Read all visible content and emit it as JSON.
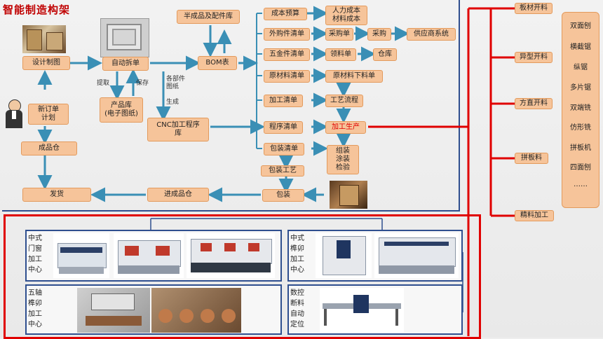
{
  "title": "智能制造构架",
  "colors": {
    "box_fill": "#f6c49a",
    "box_border": "#e39a5c",
    "arrow": "#2f8fa8",
    "red": "#e00000",
    "blue": "#2f4f8f"
  },
  "flow": {
    "design": "设计制图",
    "auto_split": "自动拆单",
    "semi": "半成品及配件库",
    "bom": "BOM表",
    "product_lib": "产品库\n(电子图纸)",
    "cnc": "CNC加工程序\n库",
    "new_order": "新订单\n计划",
    "finished_wh": "成品仓",
    "ship": "发货",
    "incoming_wh": "进成品仓",
    "pack": "包装",
    "pack_process": "包装工艺",
    "extract": "提取",
    "save": "保存",
    "gen": "各部件\n图纸\n\n生成"
  },
  "lists": {
    "cost": "成本预算",
    "labor": "人力成本\n材料成本",
    "outsource": "外购件清单",
    "po": "采购单",
    "purchase": "采购",
    "supplier": "供应商系统",
    "hardware": "五金件清单",
    "pick": "领料单",
    "warehouse": "仓库",
    "raw": "原材料清单",
    "raw_cut": "原材料下料单",
    "process_list": "加工清单",
    "craft": "工艺流程",
    "program_list": "程序清单",
    "production": "加工生产",
    "pack_list": "包装清单",
    "assembly": "组装\n涂装\n检验"
  },
  "materials": [
    "板材开料",
    "异型开料",
    "方直开料",
    "拼板料",
    "精料加工"
  ],
  "machines": [
    "双面刨",
    "横截锯",
    "纵锯",
    "多片锯",
    "双端铣",
    "仿形铣",
    "拼板机",
    "四面刨",
    "……"
  ],
  "sections": {
    "door": "中式\n门窗\n加工\n中心",
    "mortise": "中式\n榫卯\n加工\n中心",
    "five_axis": "五轴\n榫卯\n加工\n中心",
    "cnc_cut": "数控\n断料\n自动\n定位"
  }
}
